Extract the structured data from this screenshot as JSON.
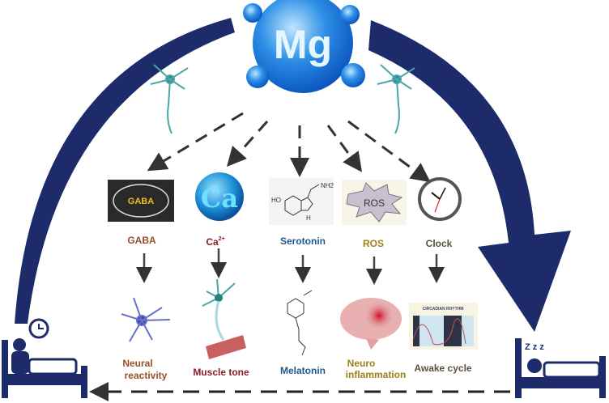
{
  "center": {
    "symbol": "Mg"
  },
  "pathways": [
    {
      "icon_text": "GABA",
      "label": "GABA",
      "outcome": [
        "Neural",
        "reactivity"
      ],
      "color": "#94502a"
    },
    {
      "icon_text": "Ca",
      "label": "Ca",
      "label_sup": "2+",
      "outcome": [
        "Muscle tone"
      ],
      "color": "#8b1c24"
    },
    {
      "icon_text_a": "HO",
      "icon_text_b": "NH2",
      "icon_text_c": "H",
      "label": "Serotonin",
      "outcome": [
        "Melatonin"
      ],
      "color": "#205a8c"
    },
    {
      "icon_text": "ROS",
      "label": "ROS",
      "outcome": [
        "Neuro",
        "inflammation"
      ],
      "color": "#a0801c"
    },
    {
      "label": "Clock",
      "outcome": [
        "Awake cycle"
      ],
      "color": "#5a5040"
    }
  ],
  "circadian_card": {
    "title": "CIRCADIAN RHYTHM"
  },
  "sleep_icon": {
    "text": "Z z z"
  },
  "colors": {
    "arrow": "#1d2b6b",
    "mg": "#2d8fe6"
  }
}
